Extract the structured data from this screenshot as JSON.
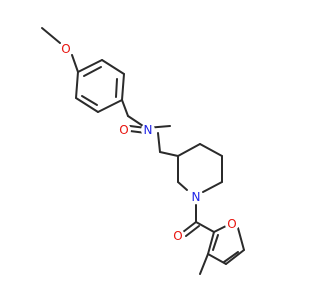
{
  "molecule": {
    "atoms": [
      {
        "id": "o_methoxy",
        "label": "O",
        "color": "#e8140e"
      },
      {
        "id": "n_amide",
        "label": "N",
        "color": "#1f24e6"
      },
      {
        "id": "o_amide",
        "label": "O",
        "color": "#e8140e"
      },
      {
        "id": "n_piperidine",
        "label": "N",
        "color": "#1f24e6"
      },
      {
        "id": "o_carbonyl",
        "label": "O",
        "color": "#e8140e"
      },
      {
        "id": "o_furan",
        "label": "O",
        "color": "#e8140e"
      }
    ],
    "bond_color": "#2b2b2b"
  }
}
